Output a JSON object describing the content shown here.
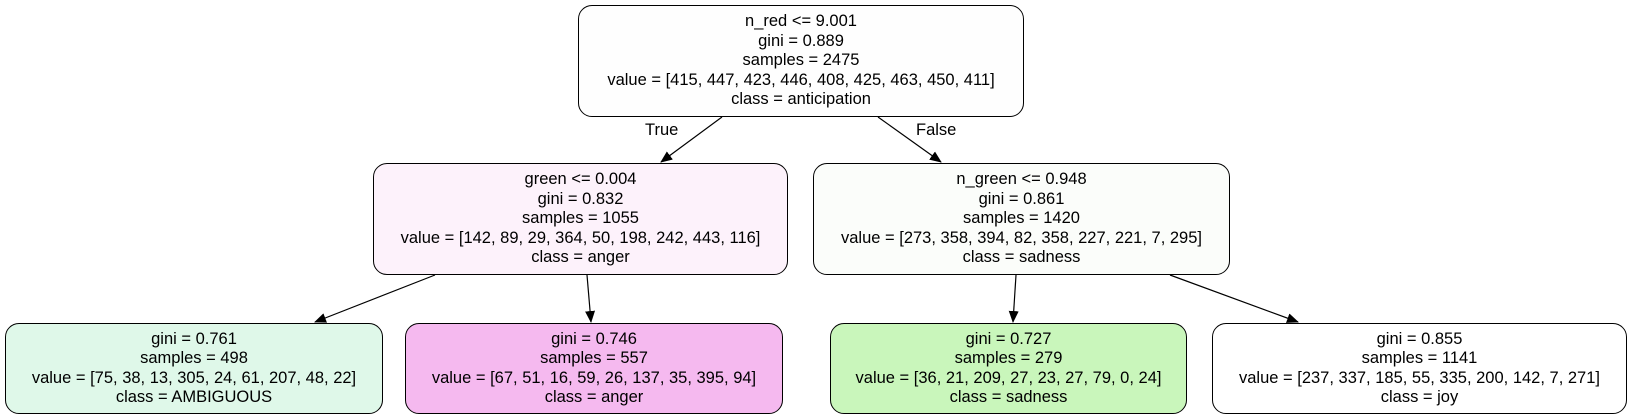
{
  "tree": {
    "nodes": [
      {
        "id": "root",
        "lines": [
          "n_red <= 9.001",
          "gini = 0.889",
          "samples = 2475",
          "value = [415, 447, 423, 446, 408, 425, 463, 450, 411]",
          "class = anticipation"
        ],
        "fill": "#fefefe"
      },
      {
        "id": "left",
        "lines": [
          "green <= 0.004",
          "gini = 0.832",
          "samples = 1055",
          "value = [142, 89, 29, 364, 50, 198, 242, 443, 116]",
          "class = anger"
        ],
        "fill": "#fdf2fb"
      },
      {
        "id": "right",
        "lines": [
          "n_green <= 0.948",
          "gini = 0.861",
          "samples = 1420",
          "value = [273, 358, 394, 82, 358, 227, 221, 7, 295]",
          "class = sadness"
        ],
        "fill": "#fbfdfa"
      },
      {
        "id": "leaf1",
        "lines": [
          "gini = 0.761",
          "samples = 498",
          "value = [75, 38, 13, 305, 24, 61, 207, 48, 22]",
          "class = AMBIGUOUS"
        ],
        "fill": "#dff8e9"
      },
      {
        "id": "leaf2",
        "lines": [
          "gini = 0.746",
          "samples = 557",
          "value = [67, 51, 16, 59, 26, 137, 35, 395, 94]",
          "class = anger"
        ],
        "fill": "#f5b9ef"
      },
      {
        "id": "leaf3",
        "lines": [
          "gini = 0.727",
          "samples = 279",
          "value = [36, 21, 209, 27, 23, 27, 79, 0, 24]",
          "class = sadness"
        ],
        "fill": "#c9f6bb"
      },
      {
        "id": "leaf4",
        "lines": [
          "gini = 0.855",
          "samples = 1141",
          "value = [237, 337, 185, 55, 335, 200, 142, 7, 271]",
          "class = joy"
        ],
        "fill": "#ffffff"
      }
    ],
    "edges": [
      {
        "from": "root",
        "to": "left",
        "label": "True"
      },
      {
        "from": "root",
        "to": "right",
        "label": "False"
      },
      {
        "from": "left",
        "to": "leaf1",
        "label": ""
      },
      {
        "from": "left",
        "to": "leaf2",
        "label": ""
      },
      {
        "from": "right",
        "to": "leaf3",
        "label": ""
      },
      {
        "from": "right",
        "to": "leaf4",
        "label": ""
      }
    ]
  }
}
